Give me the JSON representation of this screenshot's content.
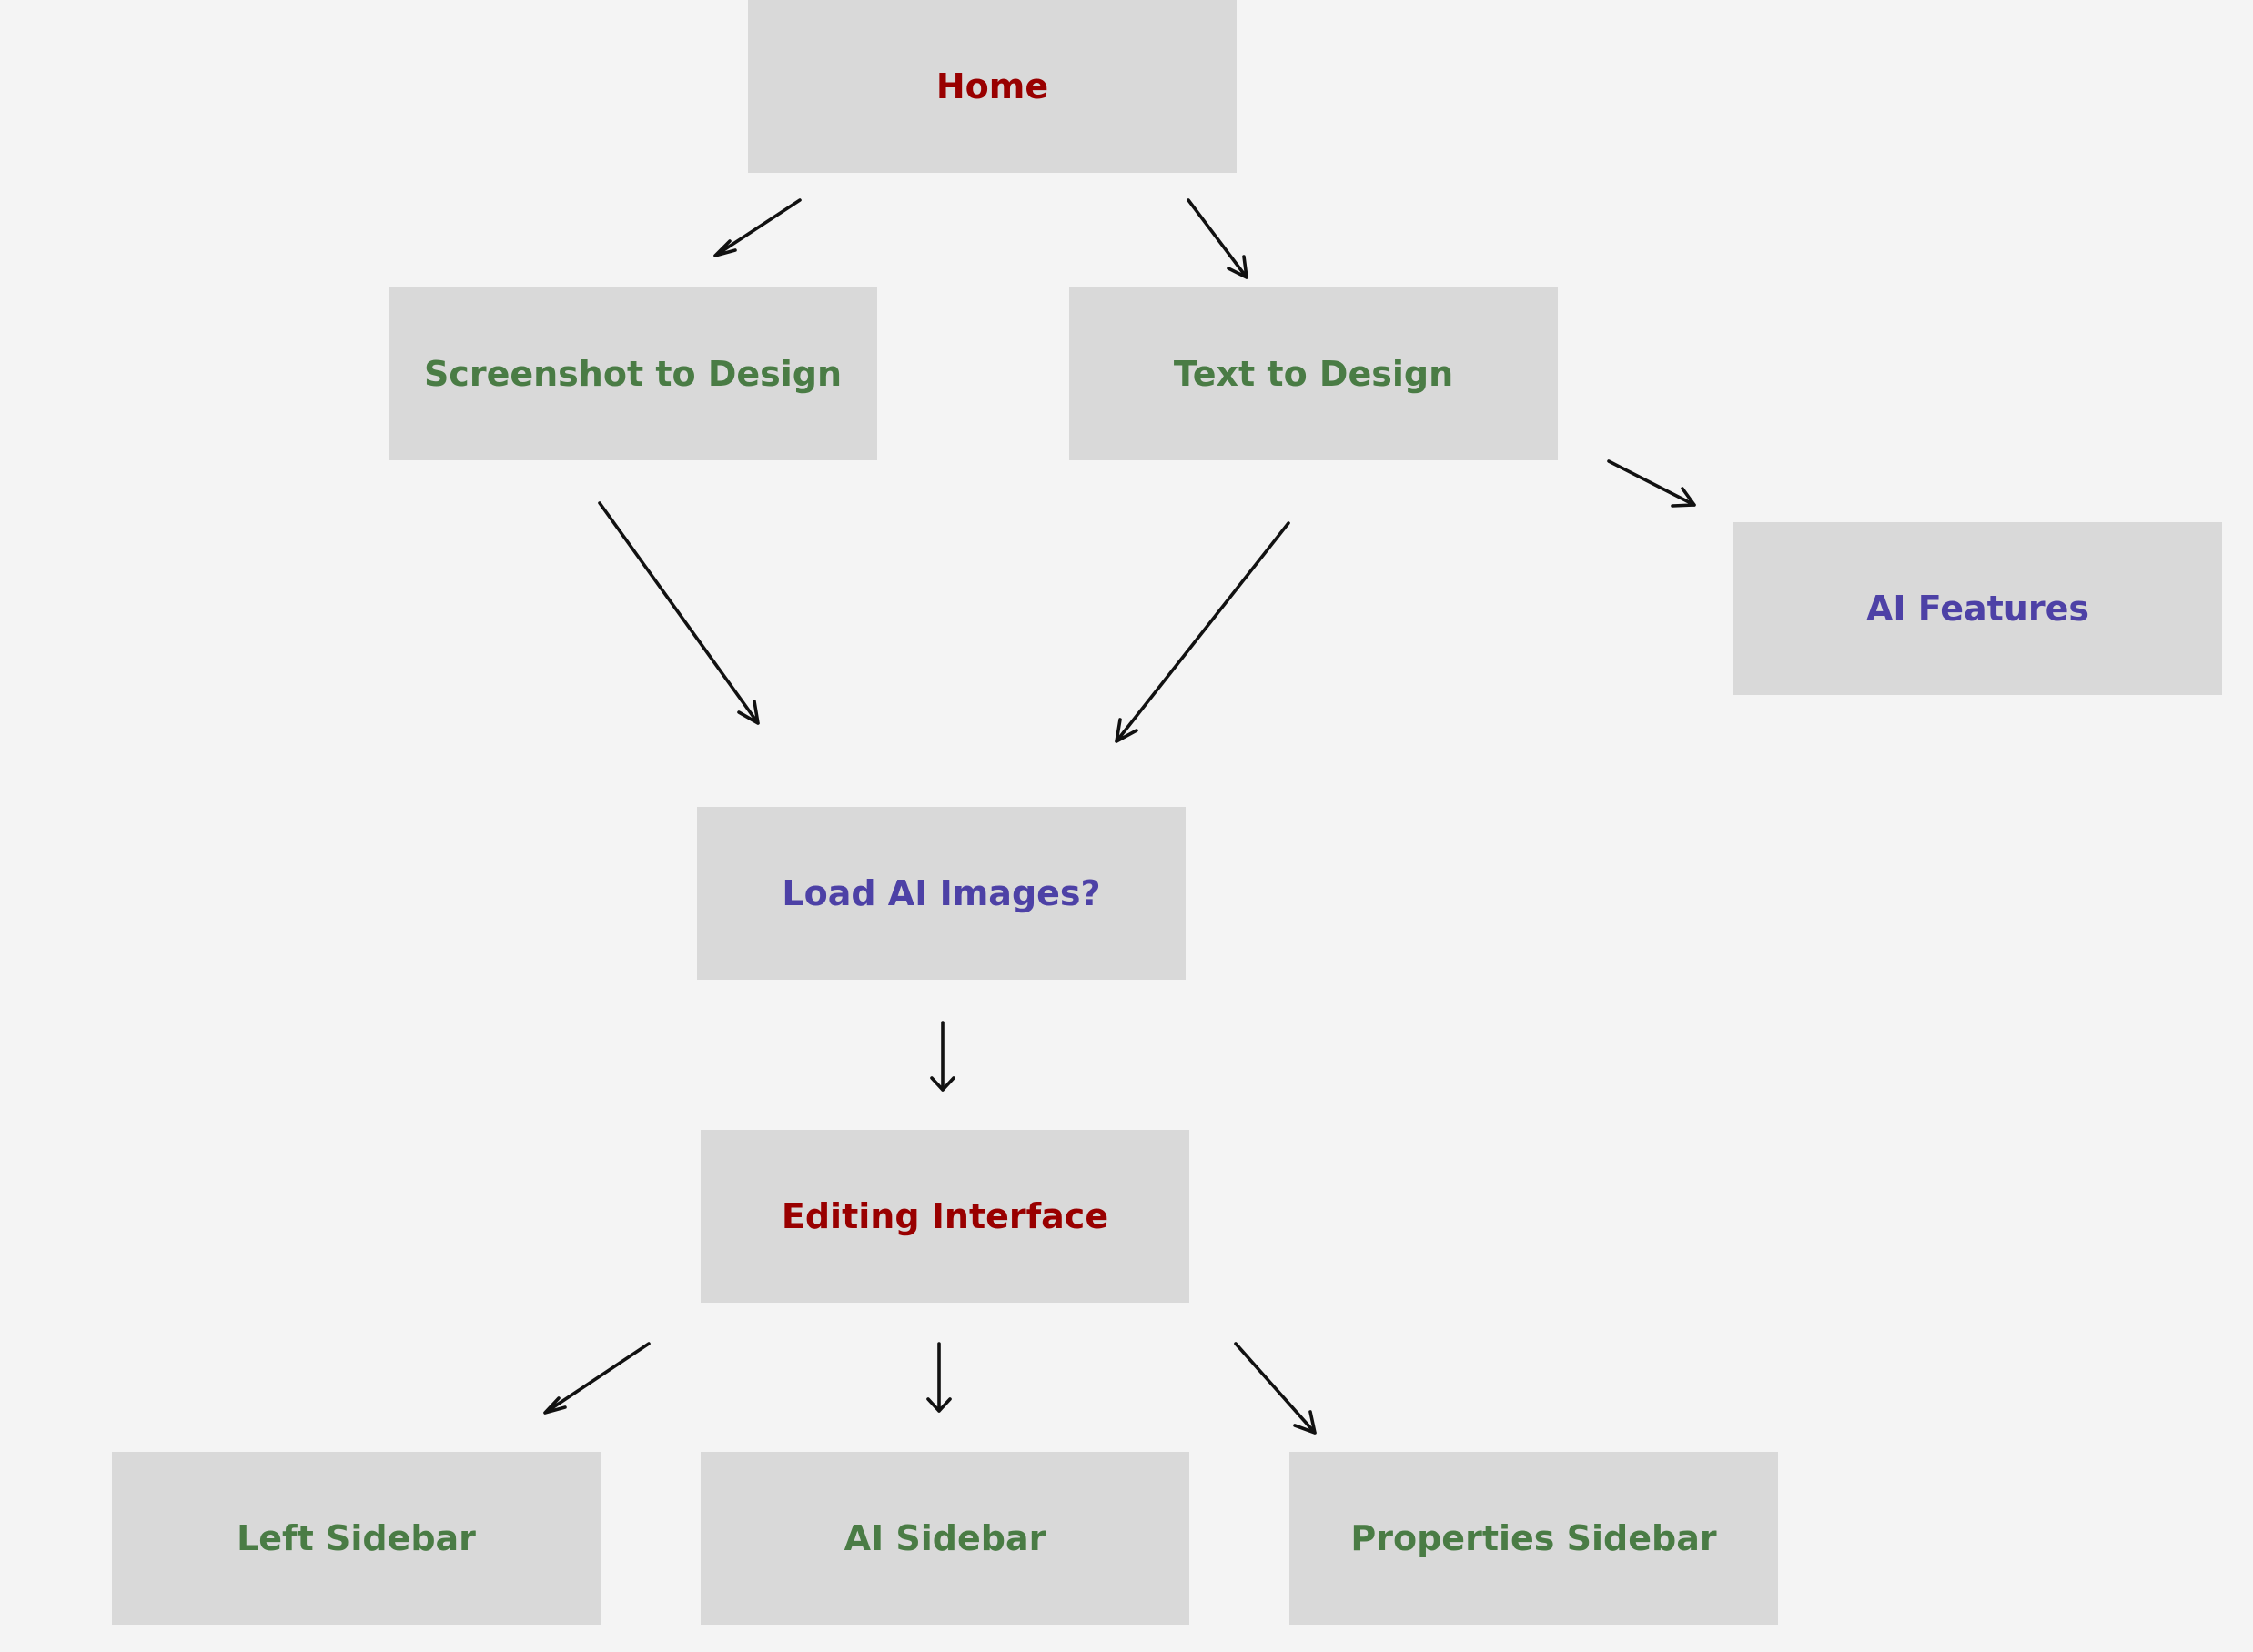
{
  "diagram": {
    "nodes": [
      {
        "id": "home",
        "label": "Home",
        "color": "#990000"
      },
      {
        "id": "screenshot",
        "label": "Screenshot to Design",
        "color": "#4a7c45"
      },
      {
        "id": "text",
        "label": "Text to Design",
        "color": "#4a7c45"
      },
      {
        "id": "ai_features",
        "label": "AI Features",
        "color": "#4d41a6"
      },
      {
        "id": "load",
        "label": "Load AI Images?",
        "color": "#4d41a6"
      },
      {
        "id": "editing",
        "label": "Editing Interface",
        "color": "#990000"
      },
      {
        "id": "left_sidebar",
        "label": "Left Sidebar",
        "color": "#4a7c45"
      },
      {
        "id": "ai_sidebar",
        "label": "AI Sidebar",
        "color": "#4a7c45"
      },
      {
        "id": "properties_sidebar",
        "label": "Properties Sidebar",
        "color": "#4a7c45"
      }
    ],
    "edges": [
      {
        "from": "home",
        "to": "screenshot"
      },
      {
        "from": "home",
        "to": "text"
      },
      {
        "from": "screenshot",
        "to": "load"
      },
      {
        "from": "text",
        "to": "load"
      },
      {
        "from": "text",
        "to": "ai_features"
      },
      {
        "from": "load",
        "to": "editing"
      },
      {
        "from": "editing",
        "to": "left_sidebar"
      },
      {
        "from": "editing",
        "to": "ai_sidebar"
      },
      {
        "from": "editing",
        "to": "properties_sidebar"
      }
    ],
    "colors": {
      "background": "#f4f4f4",
      "node_fill": "#d9d9d9",
      "arrow": "#111111"
    }
  }
}
